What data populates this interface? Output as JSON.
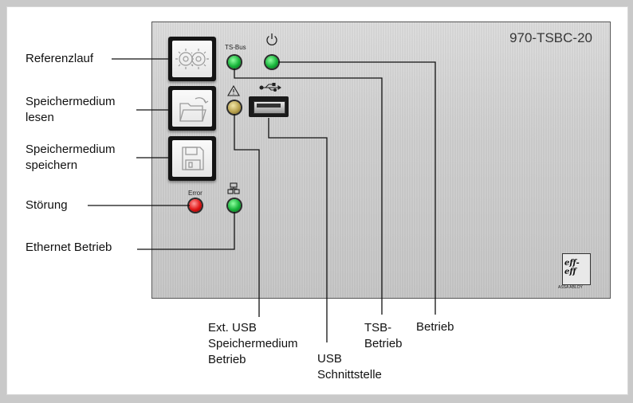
{
  "panel": {
    "model": "970-TSBC-20",
    "tsbus_caption": "TS-Bus",
    "error_caption": "Error",
    "logo_text": "eff-eff",
    "logo_sub": "ASSA ABLOY"
  },
  "icons": {
    "power": "power-icon",
    "warning": "warning-icon",
    "usb": "usb-icon",
    "network": "network-icon",
    "gears": "gears-icon",
    "folder": "folder-icon",
    "floppy": "floppy-icon"
  },
  "labels": {
    "referenzlauf": "Referenzlauf",
    "speicher_lesen_1": "Speichermedium",
    "speicher_lesen_2": "lesen",
    "speicher_speichern_1": "Speichermedium",
    "speicher_speichern_2": "speichern",
    "stoerung": "Störung",
    "ethernet": "Ethernet Betrieb",
    "ext_usb_1": "Ext. USB",
    "ext_usb_2": "Speichermedium",
    "ext_usb_3": "Betrieb",
    "usb_1": "USB",
    "usb_2": "Schnittstelle",
    "tsb_1": "TSB-",
    "tsb_2": "Betrieb",
    "betrieb": "Betrieb"
  },
  "colors": {
    "led_green": "#17b43a",
    "led_red": "#e01515",
    "led_yellow": "#b9a24e",
    "panel": "#cfcfcf"
  }
}
